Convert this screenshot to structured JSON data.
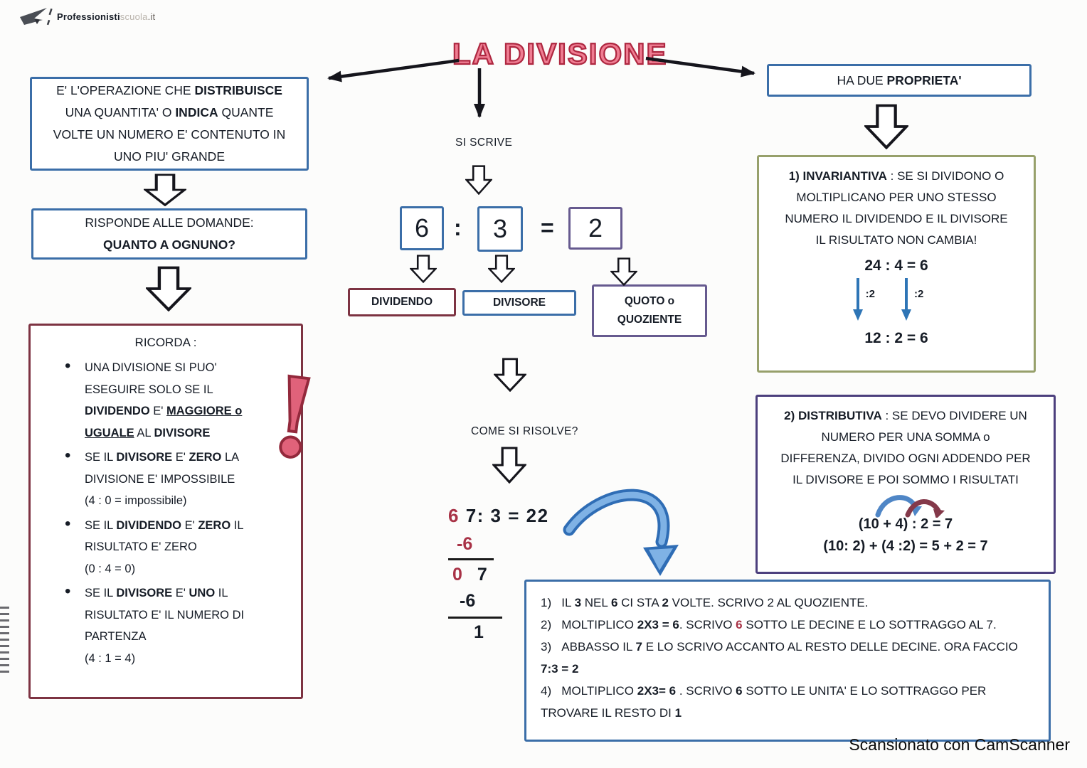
{
  "title": "LA DIVISIONE",
  "brand": {
    "segments": [
      {
        "t": "Professionisti",
        "b": 1
      },
      {
        "t": "scuola",
        "c": "#b9b3ab"
      },
      {
        "t": ".it",
        "c": "#6b6560"
      }
    ]
  },
  "colors": {
    "box_blue": "#3b6ea8",
    "box_maroon": "#7d3342",
    "box_purple": "#665a8f",
    "box_olive": "#97a06b",
    "box_dark_purple": "#4c3f7d",
    "red_accent": "#a83246",
    "title_fill": "#ef7d92",
    "title_stroke": "#ae2740",
    "arrow_blue": "#2e75b6"
  },
  "left": {
    "definition": [
      [
        {
          "t": "E' L'OPERAZIONE CHE "
        },
        {
          "t": "DISTRIBUISCE",
          "b": 1
        }
      ],
      [
        {
          "t": "UNA QUANTITA' O "
        },
        {
          "t": "INDICA",
          "b": 1
        },
        {
          "t": " QUANTE"
        }
      ],
      [
        {
          "t": "VOLTE UN NUMERO E' CONTENUTO IN"
        }
      ],
      [
        {
          "t": "UNO PIU' GRANDE"
        }
      ]
    ],
    "risponde": [
      [
        {
          "t": "RISPONDE ALLE DOMANDE:"
        }
      ],
      [
        {
          "t": "QUANTO A OGNUNO?",
          "b": 1
        }
      ]
    ],
    "ricorda_title": "RICORDA :",
    "ricorda_items": [
      [
        [
          {
            "t": "UNA DIVISIONE SI PUO'"
          }
        ],
        [
          {
            "t": "ESEGUIRE SOLO SE IL"
          }
        ],
        [
          {
            "t": "DIVIDENDO",
            "b": 1
          },
          {
            "t": " E' "
          },
          {
            "t": "MAGGIORE o",
            "b": 1,
            "u": 1
          }
        ],
        [
          {
            "t": "UGUALE",
            "b": 1,
            "u": 1
          },
          {
            "t": " AL "
          },
          {
            "t": "DIVISORE",
            "b": 1
          }
        ]
      ],
      [
        [
          {
            "t": "SE IL "
          },
          {
            "t": "DIVISORE",
            "b": 1
          },
          {
            "t": " E' "
          },
          {
            "t": "ZERO",
            "b": 1
          },
          {
            "t": " LA"
          }
        ],
        [
          {
            "t": "DIVISIONE E' IMPOSSIBILE"
          }
        ],
        [
          {
            "t": "(4 : 0 = impossibile)"
          }
        ]
      ],
      [
        [
          {
            "t": "SE IL "
          },
          {
            "t": "DIVIDENDO",
            "b": 1
          },
          {
            "t": " E' "
          },
          {
            "t": "ZERO",
            "b": 1
          },
          {
            "t": " IL"
          }
        ],
        [
          {
            "t": "RISULTATO E' ZERO"
          }
        ],
        [
          {
            "t": "(0 : 4 = 0)"
          }
        ]
      ],
      [
        [
          {
            "t": "SE IL "
          },
          {
            "t": "DIVISORE",
            "b": 1
          },
          {
            "t": " E' "
          },
          {
            "t": "UNO",
            "b": 1
          },
          {
            "t": " IL"
          }
        ],
        [
          {
            "t": "RISULTATO E' IL NUMERO DI"
          }
        ],
        [
          {
            "t": "PARTENZA"
          }
        ],
        [
          {
            "t": "(4 : 1 = 4)"
          }
        ]
      ]
    ],
    "exclamation": "!"
  },
  "center": {
    "si_scrive": "SI SCRIVE",
    "dividend": "6",
    "divisor": "3",
    "quotient": "2",
    "colon": ":",
    "equals": "=",
    "label_dividendo": "DIVIDENDO",
    "label_divisore": "DIVISORE",
    "label_quoto": [
      [
        {
          "t": "QUOTO o",
          "b": 1
        }
      ],
      [
        {
          "t": "QUOZIENTE",
          "b": 1
        }
      ]
    ],
    "come_si_risolve": "COME SI RISOLVE?",
    "division": {
      "l1": [
        {
          "t": "6 ",
          "b": 1,
          "c": "#a83246"
        },
        {
          "t": "7: 3 = 22",
          "b": 1
        }
      ],
      "l2": [
        {
          "t": "-6",
          "b": 1,
          "c": "#a83246"
        }
      ],
      "l3": [
        {
          "t": "0",
          "b": 1,
          "c": "#a83246"
        },
        {
          "t": " 7",
          "b": 1
        }
      ],
      "l4": [
        {
          "t": "-6",
          "b": 1
        }
      ],
      "l5": [
        {
          "t": "1",
          "b": 1
        }
      ]
    }
  },
  "right": {
    "proprieta": [
      {
        "t": "HA DUE "
      },
      {
        "t": "PROPRIETA'",
        "b": 1
      }
    ],
    "invariantiva": {
      "text": [
        [
          {
            "t": "1) ",
            "b": 1
          },
          {
            "t": "INVARIANTIVA",
            "b": 1
          },
          {
            "t": " : SE SI DIVIDONO O"
          }
        ],
        [
          {
            "t": "MOLTIPLICANO PER UNO STESSO"
          }
        ],
        [
          {
            "t": "NUMERO IL DIVIDENDO E IL DIVISORE"
          }
        ],
        [
          {
            "t": "IL RISULTATO NON CAMBIA!"
          }
        ]
      ],
      "example_top": "24 : 4 = 6",
      "factor_left": ":2",
      "factor_right": ":2",
      "example_bottom": "12 : 2 = 6"
    },
    "distributiva": {
      "text": [
        [
          {
            "t": "2) ",
            "b": 1
          },
          {
            "t": "DISTRIBUTIVA",
            "b": 1
          },
          {
            "t": " : SE DEVO DIVIDERE UN"
          }
        ],
        [
          {
            "t": "NUMERO PER UNA SOMMA o"
          }
        ],
        [
          {
            "t": "DIFFERENZA, DIVIDO OGNI ADDENDO PER"
          }
        ],
        [
          {
            "t": "IL DIVISORE E POI SOMMO I RISULTATI"
          }
        ]
      ],
      "formula1": "(10 + 4) : 2 = 7",
      "formula2": "(10: 2) + (4 :2) = 5 + 2 = 7"
    }
  },
  "steps": {
    "lines": [
      [
        {
          "t": "1)   "
        },
        {
          "t": "IL "
        },
        {
          "t": "3",
          "b": 1
        },
        {
          "t": " NEL "
        },
        {
          "t": "6",
          "b": 1
        },
        {
          "t": " CI STA "
        },
        {
          "t": "2",
          "b": 1
        },
        {
          "t": " VOLTE. SCRIVO 2 AL QUOZIENTE."
        }
      ],
      [
        {
          "t": "2)   "
        },
        {
          "t": "MOLTIPLICO "
        },
        {
          "t": "2X3 = 6",
          "b": 1
        },
        {
          "t": ". SCRIVO "
        },
        {
          "t": "6",
          "b": 1,
          "c": "#a83246"
        },
        {
          "t": " SOTTO LE DECINE E LO SOTTRAGGO AL 7."
        }
      ],
      [
        {
          "t": "3)   "
        },
        {
          "t": "ABBASSO IL "
        },
        {
          "t": "7",
          "b": 1
        },
        {
          "t": " E LO SCRIVO ACCANTO AL RESTO DELLE DECINE. ORA FACCIO"
        }
      ],
      [
        {
          "t": "7:3 = 2",
          "b": 1
        }
      ],
      [
        {
          "t": "4)   "
        },
        {
          "t": "MOLTIPLICO "
        },
        {
          "t": "2X3= 6",
          "b": 1
        },
        {
          "t": " . SCRIVO "
        },
        {
          "t": "6",
          "b": 1
        },
        {
          "t": " SOTTO LE UNITA' E LO SOTTRAGGO PER"
        }
      ],
      [
        {
          "t": "TROVARE IL RESTO DI "
        },
        {
          "t": "1",
          "b": 1
        }
      ]
    ]
  },
  "footer": {
    "scanner_credit": "Scansionato con CamScanner"
  }
}
